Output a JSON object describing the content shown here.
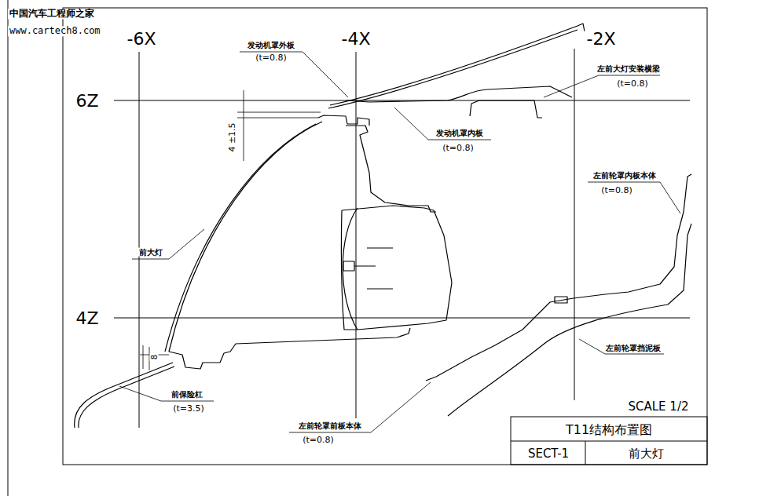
{
  "diagram": {
    "labels": [
      "中国汽车工程师之家",
      "www.cartech8.com",
      "-6X",
      "-4X",
      "-2X",
      "6Z",
      "4Z",
      "发动机罩外板",
      "(t=0.8)",
      "左前大灯安装横梁",
      "(t=0.8)",
      "4 ±1.5",
      "发动机罩内板",
      "(t=0.8)",
      "左前轮罩内板本体",
      "(t=0.8)",
      "前大灯",
      "8",
      "前保险杠",
      "(t=3.5)",
      "左前轮罩挡泥板",
      "左前轮罩前板本体",
      "(t=0.8)",
      "SCALE 1/2",
      "T11结构布置图",
      "SECT-1",
      "前大灯"
    ]
  }
}
